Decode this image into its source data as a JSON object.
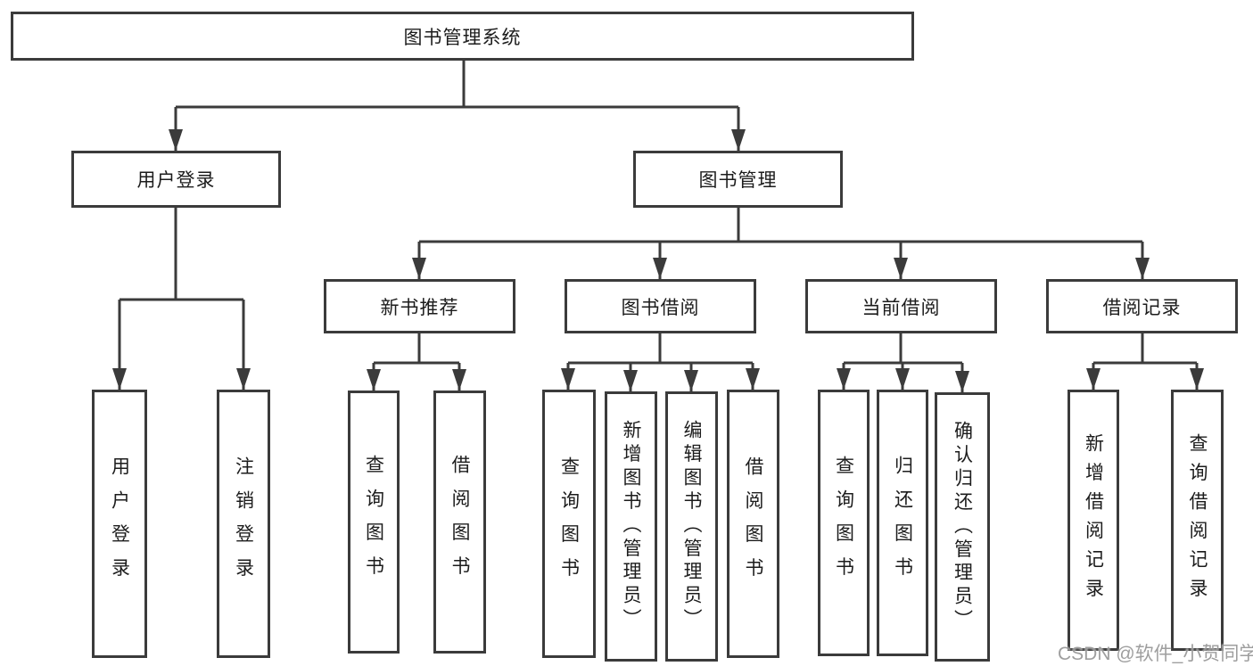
{
  "tree": {
    "label": "图书管理系统",
    "children": [
      {
        "label": "用户登录",
        "children": [
          {
            "label": "用户登录"
          },
          {
            "label": "注销登录"
          }
        ]
      },
      {
        "label": "图书管理",
        "children": [
          {
            "label": "新书推荐",
            "children": [
              {
                "label": "查询图书"
              },
              {
                "label": "借阅图书"
              }
            ]
          },
          {
            "label": "图书借阅",
            "children": [
              {
                "label": "查询图书"
              },
              {
                "label": "新增图书（管理员）"
              },
              {
                "label": "编辑图书（管理员）"
              },
              {
                "label": "借阅图书"
              }
            ]
          },
          {
            "label": "当前借阅",
            "children": [
              {
                "label": "查询图书"
              },
              {
                "label": "归还图书"
              },
              {
                "label": "确认归还（管理员）"
              }
            ]
          },
          {
            "label": "借阅记录",
            "children": [
              {
                "label": "新增借阅记录"
              },
              {
                "label": "查询借阅记录"
              }
            ]
          }
        ]
      }
    ]
  },
  "watermark": "CSDN @软件_小贺同学",
  "colors": {
    "line": "#3b3b3b",
    "box_border": "#3b3b3b",
    "text": "#1c1c1c",
    "watermark": "#949494"
  }
}
